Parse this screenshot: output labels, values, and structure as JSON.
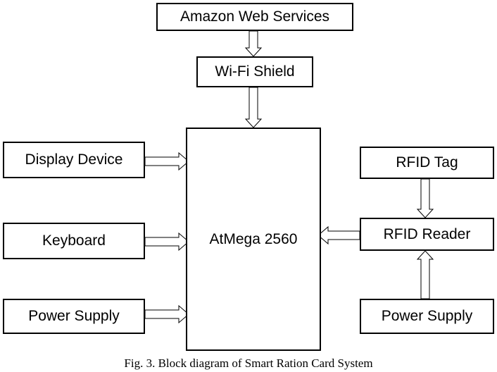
{
  "blocks": {
    "aws": "Amazon Web Services",
    "wifi": "Wi-Fi Shield",
    "mcu": "AtMega 2560",
    "display": "Display Device",
    "keyboard": "Keyboard",
    "power_left": "Power Supply",
    "rfid_tag": "RFID Tag",
    "rfid_reader": "RFID Reader",
    "power_right": "Power Supply"
  },
  "caption": "Fig. 3. Block diagram of Smart Ration Card System"
}
